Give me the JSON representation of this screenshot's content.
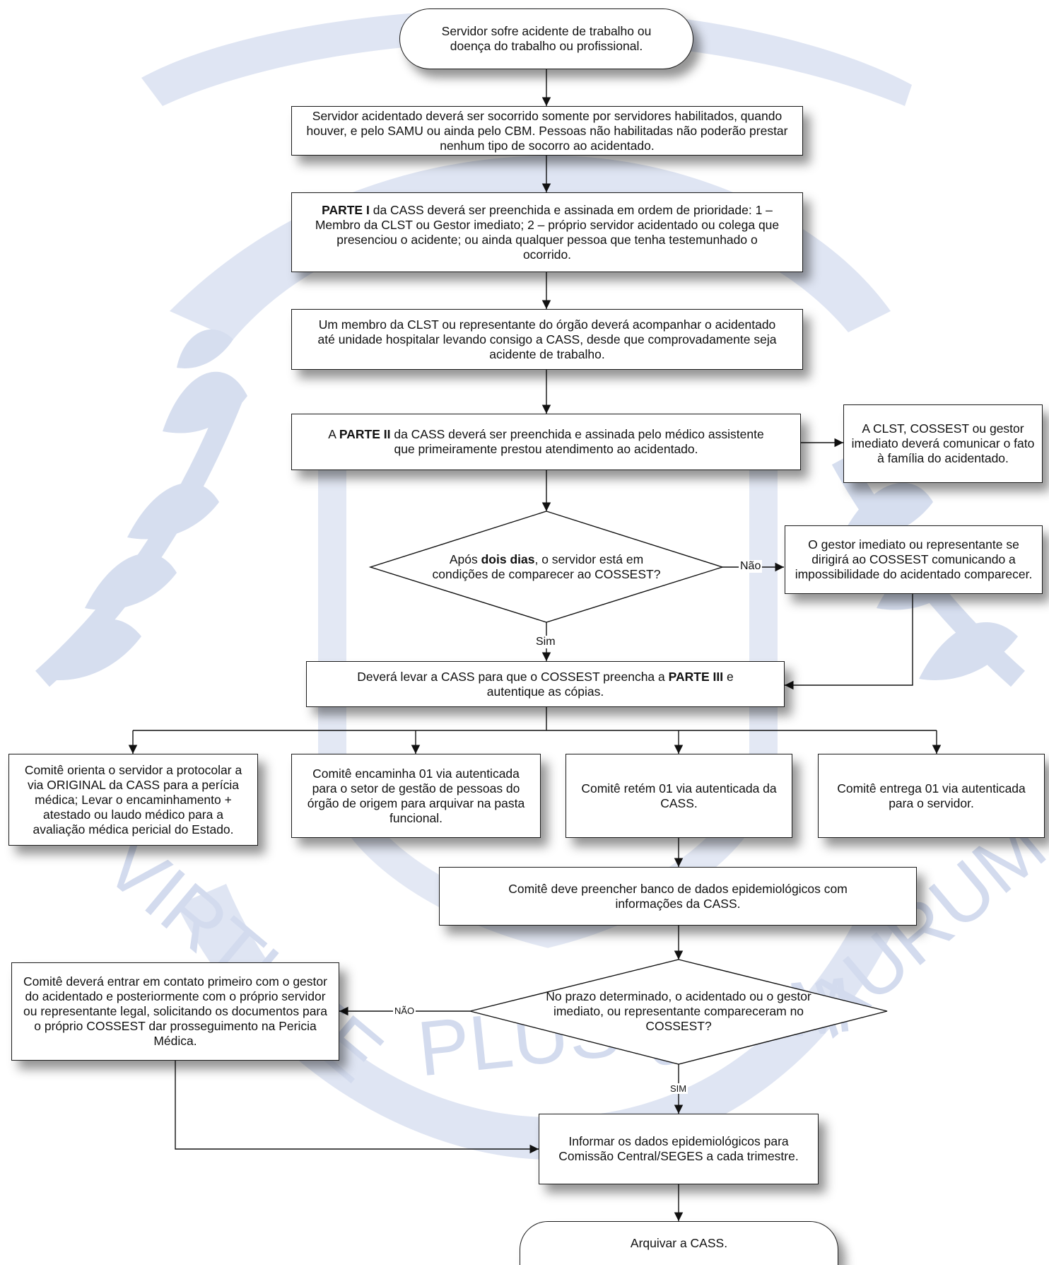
{
  "nodes": {
    "start": "Servidor sofre acidente de trabalho ou doença do trabalho ou profissional.",
    "socorro": "Servidor acidentado deverá ser socorrido somente por servidores habilitados, quando houver, e pelo SAMU ou ainda pelo CBM. Pessoas não habilitadas não poderão prestar nenhum tipo de socorro ao acidentado.",
    "parte1": {
      "bold": "PARTE I",
      "text": " da CASS deverá ser preenchida e assinada em ordem de prioridade: 1 – Membro da CLST ou Gestor imediato; 2 – próprio servidor acidentado ou colega que presenciou o acidente; ou ainda qualquer pessoa que tenha testemunhado o ocorrido."
    },
    "acompanhar": "Um membro da CLST ou representante do órgão deverá acompanhar o acidentado até unidade hospitalar levando consigo a CASS, desde que comprovadamente seja acidente de trabalho.",
    "parte2": {
      "pre": "A ",
      "bold": "PARTE II",
      "text": " da CASS deverá ser preenchida e assinada pelo médico assistente que primeiramente prestou atendimento ao acidentado."
    },
    "familia": "A CLST, COSSEST ou gestor imediato deverá comunicar o fato à família do acidentado.",
    "decision1": {
      "pre": "Após ",
      "bold": "dois dias",
      "text": ", o servidor está em condições de comparecer ao COSSEST?"
    },
    "impossibilidade": "O gestor imediato ou representante se dirigirá ao COSSEST comunicando a impossibilidade do acidentado comparecer.",
    "parte3": {
      "pre": "Deverá levar a CASS para que o COSSEST preencha a ",
      "bold": "PARTE III",
      "text": " e autentique as cópias."
    },
    "original": "Comitê orienta o servidor a protocolar a via ORIGINAL  da CASS para a perícia médica;  Levar o encaminhamento + atestado  ou laudo médico para  a avaliação médica pericial do Estado.",
    "encaminha": "Comitê encaminha 01 via autenticada para o setor de gestão de pessoas do órgão de origem para arquivar na pasta funcional.",
    "retem": "Comitê retém 01 via autenticada da CASS.",
    "entrega": "Comitê entrega 01 via autenticada para o servidor.",
    "banco": "Comitê deve preencher banco de dados epidemiológicos com informações da CASS.",
    "decision2": "No prazo determinado, o acidentado ou o gestor imediato, ou representante compareceram no COSSEST?",
    "contato": "Comitê deverá entrar em contato primeiro com o gestor do acidentado e posteriormente com o próprio servidor ou representante legal, solicitando os documentos para o próprio COSSEST dar prosseguimento na Pericia Médica.",
    "informar": "Informar os dados epidemiológicos para Comissão Central/SEGES a cada trimestre.",
    "end": "Arquivar a CASS."
  },
  "edge_labels": {
    "nao1": "Não",
    "sim1": "Sim",
    "nao2": "NÃO",
    "sim2": "SIM"
  },
  "watermark": {
    "text1": "VIRTUTE",
    "text2": "PLUSQUAM",
    "text3": "AURUM",
    "color": "#c9d2ea"
  }
}
